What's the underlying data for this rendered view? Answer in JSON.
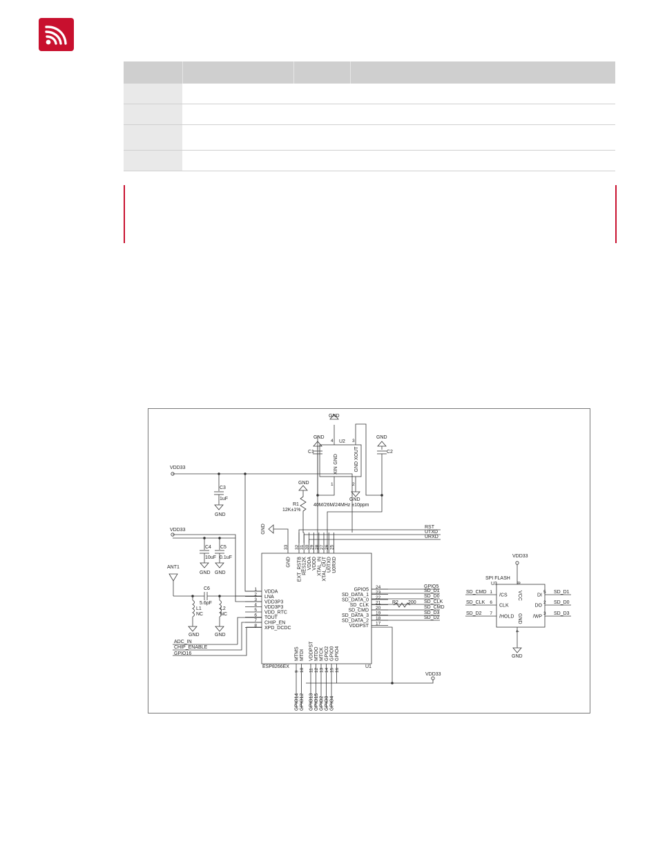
{
  "brand": {
    "color": "#c8102e",
    "logo_icon": "espressif-logo-icon"
  },
  "table": {
    "header_cells": [
      "",
      "",
      "",
      ""
    ],
    "rows": [
      {
        "cells": [
          "",
          "",
          "",
          ""
        ]
      },
      {
        "cells": [
          "",
          "",
          "",
          ""
        ]
      },
      {
        "cells": [
          "",
          "",
          "",
          ""
        ]
      },
      {
        "cells": [
          "",
          "",
          "",
          ""
        ]
      }
    ]
  },
  "note_accent": "#c8102e",
  "schematic": {
    "power": {
      "vdd": "VDD33",
      "gnd": "GND"
    },
    "u1": {
      "name": "ESP8266EX",
      "ref": "U1",
      "left_pins": [
        {
          "num": "1",
          "name": "VDDA"
        },
        {
          "num": "2",
          "name": "LNA"
        },
        {
          "num": "3",
          "name": "VDD3P3"
        },
        {
          "num": "4",
          "name": "VDD3P3"
        },
        {
          "num": "5",
          "name": "VDD_RTC"
        },
        {
          "num": "6",
          "name": "TOUT"
        },
        {
          "num": "7",
          "name": "CHIP_EN"
        },
        {
          "num": "8",
          "name": "XPD_DCDC"
        }
      ],
      "right_pins": [
        {
          "num": "24",
          "name": "GPIO5"
        },
        {
          "num": "23",
          "name": "SD_DATA_1"
        },
        {
          "num": "22",
          "name": "SD_DATA_0"
        },
        {
          "num": "21",
          "name": "SD_CLK"
        },
        {
          "num": "20",
          "name": "SD_CMD"
        },
        {
          "num": "19",
          "name": "SD_DATA_3"
        },
        {
          "num": "18",
          "name": "SD_DATA_2"
        },
        {
          "num": "17",
          "name": "VDDPST"
        }
      ],
      "top_pins": [
        {
          "num": "33",
          "name": "GND"
        },
        {
          "num": "32",
          "name": "EXT_RSTB"
        },
        {
          "num": "31",
          "name": "RES12K"
        },
        {
          "num": "30",
          "name": "VDDA"
        },
        {
          "num": "29",
          "name": "VDDD"
        },
        {
          "num": "28",
          "name": "XTAL_IN"
        },
        {
          "num": "27",
          "name": "XTAL_OUT"
        },
        {
          "num": "26",
          "name": "U0TXD"
        },
        {
          "num": "25",
          "name": "U0RXD"
        }
      ],
      "bottom_pins": [
        {
          "num": "9",
          "name": "MTMS"
        },
        {
          "num": "10",
          "name": "MTDI"
        },
        {
          "num": "11",
          "name": "VDDPST"
        },
        {
          "num": "12",
          "name": "MTDO"
        },
        {
          "num": "13",
          "name": "MTCK"
        },
        {
          "num": "14",
          "name": "GPIO2"
        },
        {
          "num": "15",
          "name": "GPIO0"
        },
        {
          "num": "16",
          "name": "GPIO4"
        }
      ]
    },
    "right_nets": [
      "GPIO5",
      "SD_D1",
      "SD_D0",
      "SD_CLK",
      "SD_CMD",
      "SD_D3",
      "SD_D2"
    ],
    "top_nets": [
      "RST",
      "UTXD",
      "URXD"
    ],
    "bottom_nets": [
      "GPIO14",
      "GPIO12",
      "GPIO13",
      "GPIO15",
      "GPIO2",
      "GPIO0",
      "GPIO4"
    ],
    "left_nets": [
      "ADC_IN",
      "CHIP_ENABLE",
      "GPIO16"
    ],
    "components": {
      "c1": "C1",
      "c2": "C2",
      "c3": "C3",
      "c3_val": "1uF",
      "c4": "C4",
      "c4_val": "10uF",
      "c5": "C5",
      "c5_val": "0.1uF",
      "c6": "C6",
      "c6_val": "5.6pF",
      "l1": "L1",
      "l1_val": "NC",
      "l2": "L2",
      "l2_val": "NC",
      "r1": "R1",
      "r1_val": "12K±1%",
      "r2": "R2",
      "r2_val": "200",
      "ant": "ANT1"
    },
    "u2": {
      "ref": "U2",
      "pin_gnd_top": "GND",
      "pin_xout": "XOUT",
      "pin_gnd": "GND",
      "pin_xin": "XIN",
      "num4": "4",
      "num3": "3",
      "num2": "2",
      "num1": "1",
      "spec": "40M/26M/24MHz ±10ppm"
    },
    "u3": {
      "title": "SPI FLASH",
      "ref": "U3",
      "pins": {
        "cs": "/CS",
        "clk": "CLK",
        "hold": "/HOLD",
        "vcc": "VCC",
        "gnd": "GND",
        "di": "DI",
        "do": "DO",
        "wp": "/WP"
      },
      "nums": {
        "cs": "1",
        "clk": "6",
        "hold": "7",
        "vcc": "8",
        "gnd": "4",
        "di": "5",
        "do": "2",
        "wp": "3"
      },
      "nets": {
        "cs": "SD_CMD",
        "clk": "SD_CLK",
        "hold": "SD_D2",
        "di": "SD_D1",
        "do": "SD_D0",
        "wp": "SD_D3"
      }
    }
  }
}
